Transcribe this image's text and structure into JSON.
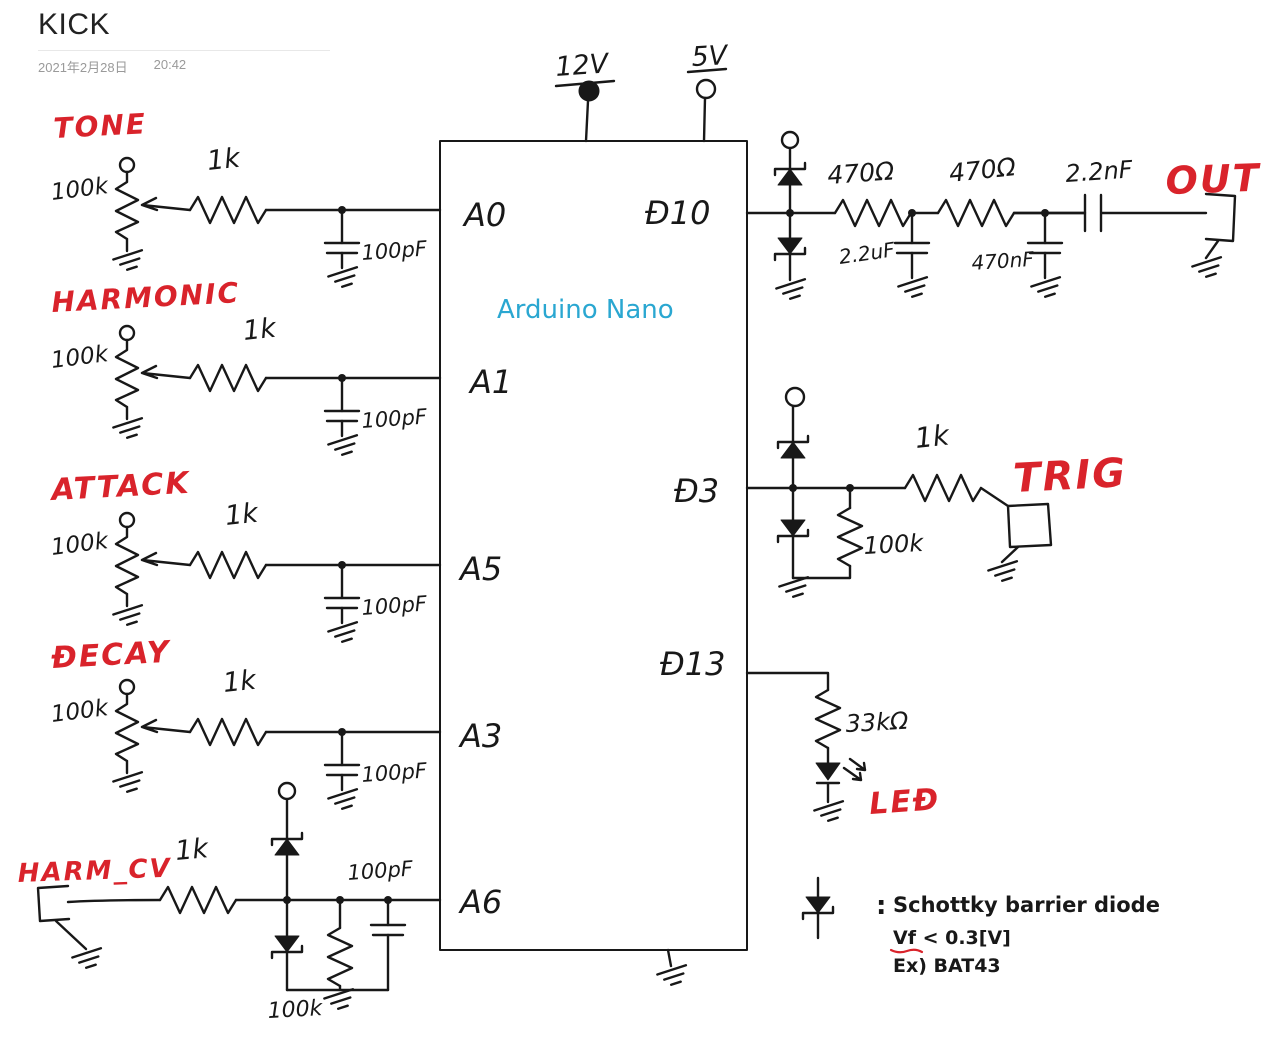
{
  "header": {
    "title": "KICK",
    "date": "2021年2月28日",
    "time": "20:42"
  },
  "power": {
    "rail_12v": "12V",
    "rail_5v": "5V"
  },
  "mcu": {
    "name": "Arduino Nano",
    "pin_a0": "A0",
    "pin_a1": "A1",
    "pin_a5": "A5",
    "pin_a3": "A3",
    "pin_a6": "A6",
    "pin_d10": "Đ10",
    "pin_d3": "Đ3",
    "pin_d13": "Đ13"
  },
  "channels": [
    {
      "label": "TONE",
      "pot": "100k",
      "res": "1k",
      "cap": "100pF"
    },
    {
      "label": "HARMONIC",
      "pot": "100k",
      "res": "1k",
      "cap": "100pF"
    },
    {
      "label": "ATTACK",
      "pot": "100k",
      "res": "1k",
      "cap": "100pF"
    },
    {
      "label": "ĐECAY",
      "pot": "100k",
      "res": "1k",
      "cap": "100pF"
    }
  ],
  "harm_cv": {
    "label": "HARM_CV",
    "res": "1k",
    "cap": "100pF",
    "res_gnd": "100k"
  },
  "output": {
    "label": "OUT",
    "r1": "470Ω",
    "r2": "470Ω",
    "c_series": "2.2nF",
    "c_shunt1": "2.2uF",
    "c_shunt2": "470nF"
  },
  "trig": {
    "label": "TRIG",
    "res_series": "1k",
    "res_pull": "100k"
  },
  "led": {
    "label": "LEĐ",
    "res": "33kΩ"
  },
  "legend": {
    "colon": ":",
    "title": "Schottky barrier diode",
    "vf": "Vf < 0.3[V]",
    "example": "Ex) BAT43"
  },
  "colors": {
    "ink": "#181818",
    "accent_red": "#d9232b",
    "accent_cyan": "#2aa7d1"
  }
}
